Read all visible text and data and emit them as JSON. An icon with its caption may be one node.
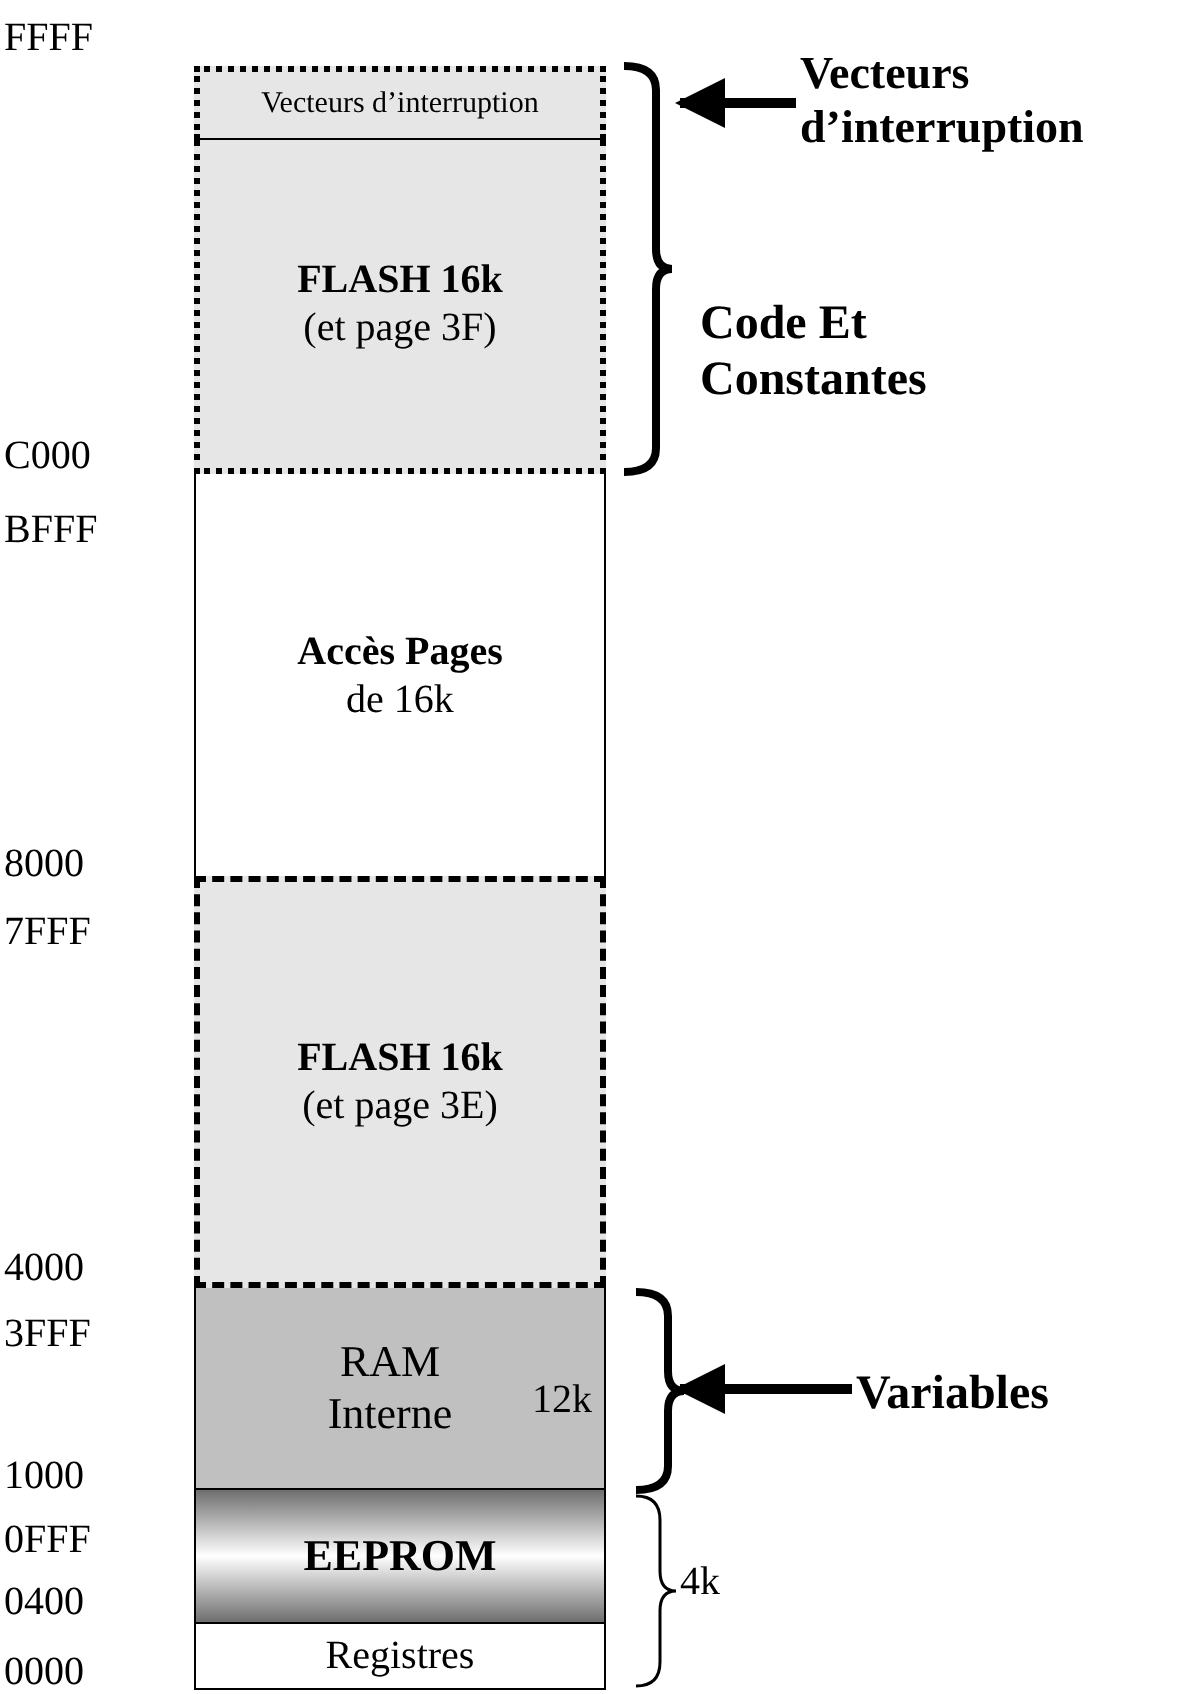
{
  "diagram": {
    "nodes": [
      {
        "text": [
          "Vecteurs d’interruption"
        ]
      },
      {
        "text": [
          "FLASH 16k",
          "(et page 3F)"
        ]
      },
      {
        "text": [
          "Accès Pages",
          "de 16k"
        ]
      },
      {
        "text": [
          "FLASH 16k",
          "(et page 3E)"
        ]
      },
      {
        "text": [
          "RAM Interne",
          "12k"
        ]
      },
      {
        "text": [
          "EEPROM"
        ]
      },
      {
        "text": [
          "Registres"
        ]
      },
      {
        "text": [
          "Vecteurs d’interruption"
        ]
      },
      {
        "text": [
          "Variables"
        ]
      }
    ],
    "edges": [
      {
        "from": 7,
        "to": 0,
        "arrow": "to"
      },
      {
        "from": 8,
        "to": 4,
        "arrow": "to"
      }
    ],
    "labels": [
      "FFFF",
      "C000",
      "BFFF",
      "8000",
      "7FFF",
      "4000",
      "3FFF",
      "1000",
      "0FFF",
      "0400",
      "0000",
      "Code Et Constantes",
      "4k"
    ]
  }
}
